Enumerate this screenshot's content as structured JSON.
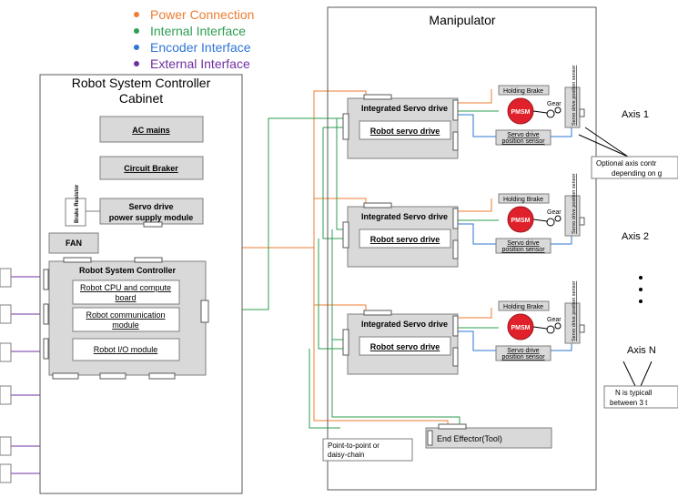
{
  "legend": [
    {
      "label": "Power Connection",
      "color": "#ED7D31"
    },
    {
      "label": "Internal Interface",
      "color": "#2E9E52"
    },
    {
      "label": "Encoder Interface",
      "color": "#2E75D6"
    },
    {
      "label": "External Interface",
      "color": "#7030A0"
    }
  ],
  "cabinet": {
    "title_line1": "Robot System Controller",
    "title_line2": "Cabinet",
    "ac_mains": "AC mains",
    "circuit_breaker": "Circuit Braker",
    "brake_resistor": "Brake Resistor",
    "psu_line1": "Servo drive",
    "psu_line2": "power supply module",
    "fan": "FAN",
    "controller_title": "Robot System Controller",
    "cpu_line1": "Robot CPU and compute",
    "cpu_line2": "board",
    "comm_line1": "Robot communication",
    "comm_line2": "module",
    "io": "Robot I/O module"
  },
  "manipulator": {
    "title": "Manipulator",
    "drive_title": "Integrated Servo drive",
    "servo_drive": "Robot servo drive",
    "holding_brake": "Holding Brake",
    "motor": "PMSM",
    "gear": "Gear",
    "pos_sensor_line1": "Servo drive",
    "pos_sensor_line2": "position sensor",
    "vertical_sensor": "Servo drive position sensor",
    "axes": [
      "Axis 1",
      "Axis 2",
      "Axis N"
    ],
    "optional_note_line1": "Optional axis contr",
    "optional_note_line2": "depending on g",
    "n_note_line1": "N is typicall",
    "n_note_line2": "between 3 t",
    "daisy_line1": "Point-to-point or",
    "daisy_line2": "daisy-chain",
    "end_effector": "End Effector(Tool)"
  },
  "colors": {
    "box_fill": "#D9D9D9",
    "box_stroke": "#7F7F7F",
    "motor": "#E0202A",
    "power": "#ED7D31",
    "internal": "#2E9E52",
    "encoder": "#2E75D6",
    "external": "#7030A0"
  }
}
